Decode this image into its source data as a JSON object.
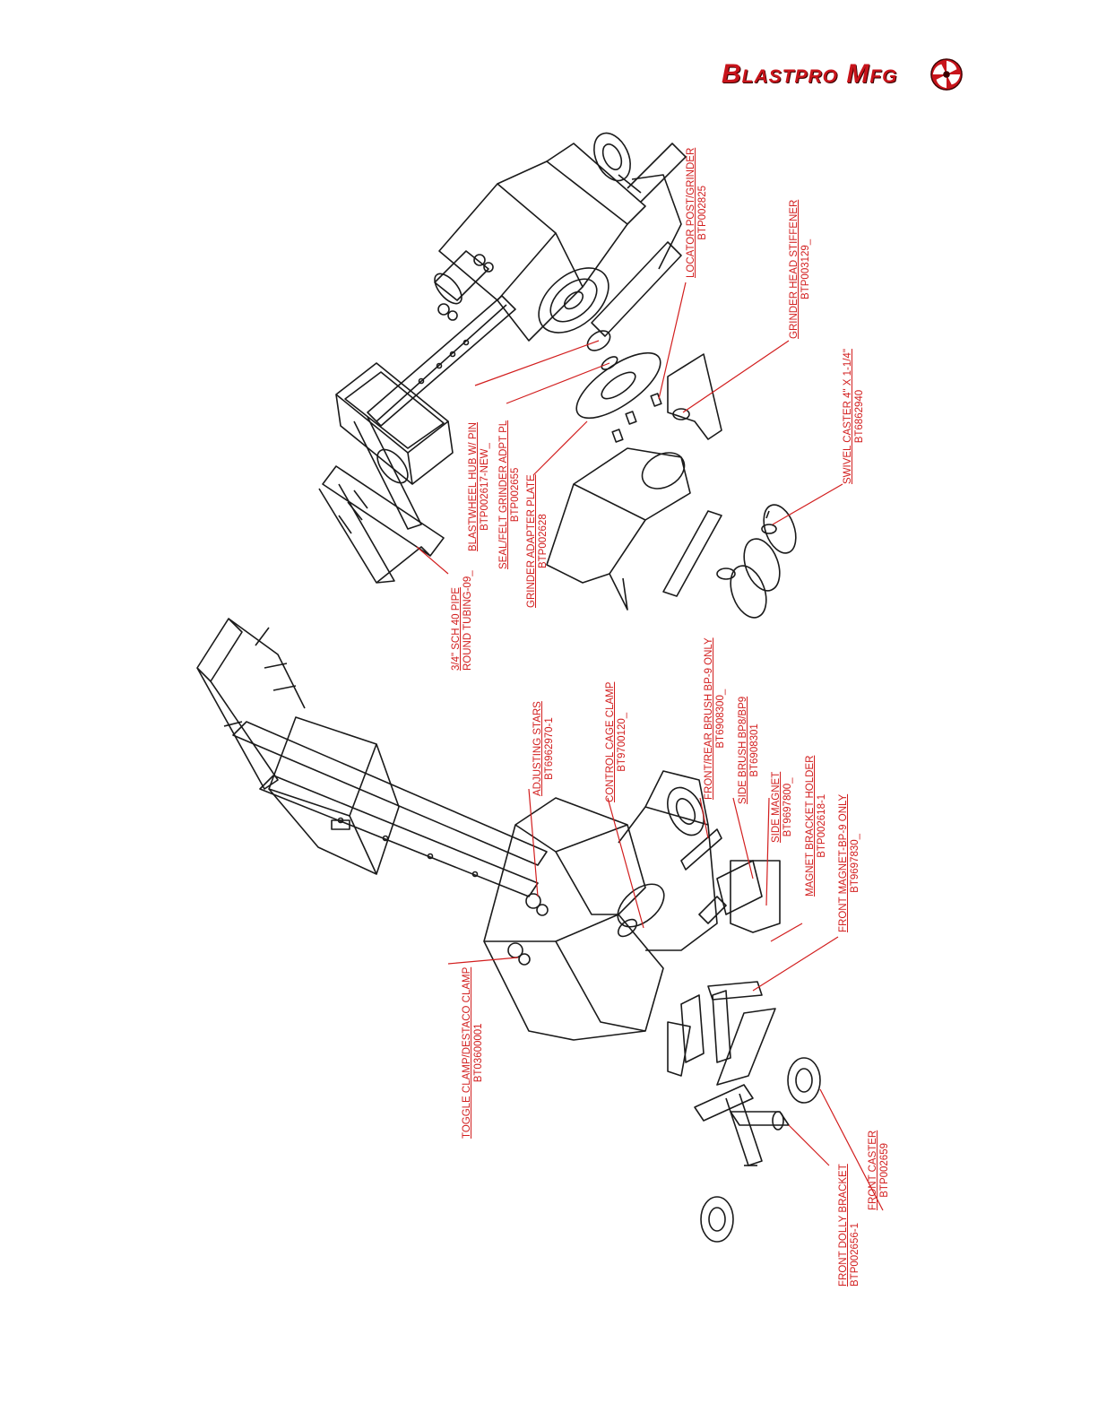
{
  "logo": {
    "text": "Blastpro Mfg",
    "accent": "#c8141b"
  },
  "callouts": {
    "toggle_clamp": {
      "name": "TOGGLE CLAMP/DESTACO CLAMP",
      "pn": "BT03600001"
    },
    "adjusting_stars": {
      "name": "ADJUSTING STARS",
      "pn": "BT6962970-1"
    },
    "control_cage_clamp": {
      "name": "CONTROL CAGE CLAMP",
      "pn": "BT9700120_"
    },
    "front_rear_brush": {
      "name": "FRONT/REAR BRUSH BP-9 ONLY",
      "pn": "BT6908300_"
    },
    "side_brush": {
      "name": "SIDE BRUSH BP8/BP9",
      "pn": "BT6908301"
    },
    "side_magnet": {
      "name": "SIDE MAGNET",
      "pn": "BT9697800_"
    },
    "magnet_bracket_holder": {
      "name": "MAGNET BRACKET HOLDER",
      "pn": "BTP002618-1"
    },
    "front_magnet": {
      "name": "FRONT MAGNET-BP-9 ONLY",
      "pn": "BT9697830_"
    },
    "front_dolly_bracket": {
      "name": "FRONT DOLLY BRACKET",
      "pn": "BTP002656-1"
    },
    "front_caster": {
      "name": "FRONT CASTER",
      "pn": "BTP002659"
    },
    "sch40_pipe": {
      "name": "3/4\" SCH 40 PIPE",
      "pn": "ROUND TUBING-09_"
    },
    "blastwheel_hub": {
      "name": "BLASTWHEEL HUB W/ PIN",
      "pn": "BTP002617-NEW_"
    },
    "seal_felt": {
      "name": "SEAL/FELT GRINDER ADPT PL",
      "pn": "BTP002655"
    },
    "grinder_adapter_plate": {
      "name": "GRINDER ADAPTER PLATE",
      "pn": "BTP002628"
    },
    "locator_post": {
      "name": "LOCATOR POST/GRINDER",
      "pn": "BTP002825"
    },
    "grinder_head_stiffener": {
      "name": "GRINDER HEAD STIFFENER",
      "pn": "BTP003129_"
    },
    "swivel_caster": {
      "name": "SWIVEL CASTER 4\" X 1-1/4\"",
      "pn": "BT6862940"
    }
  }
}
